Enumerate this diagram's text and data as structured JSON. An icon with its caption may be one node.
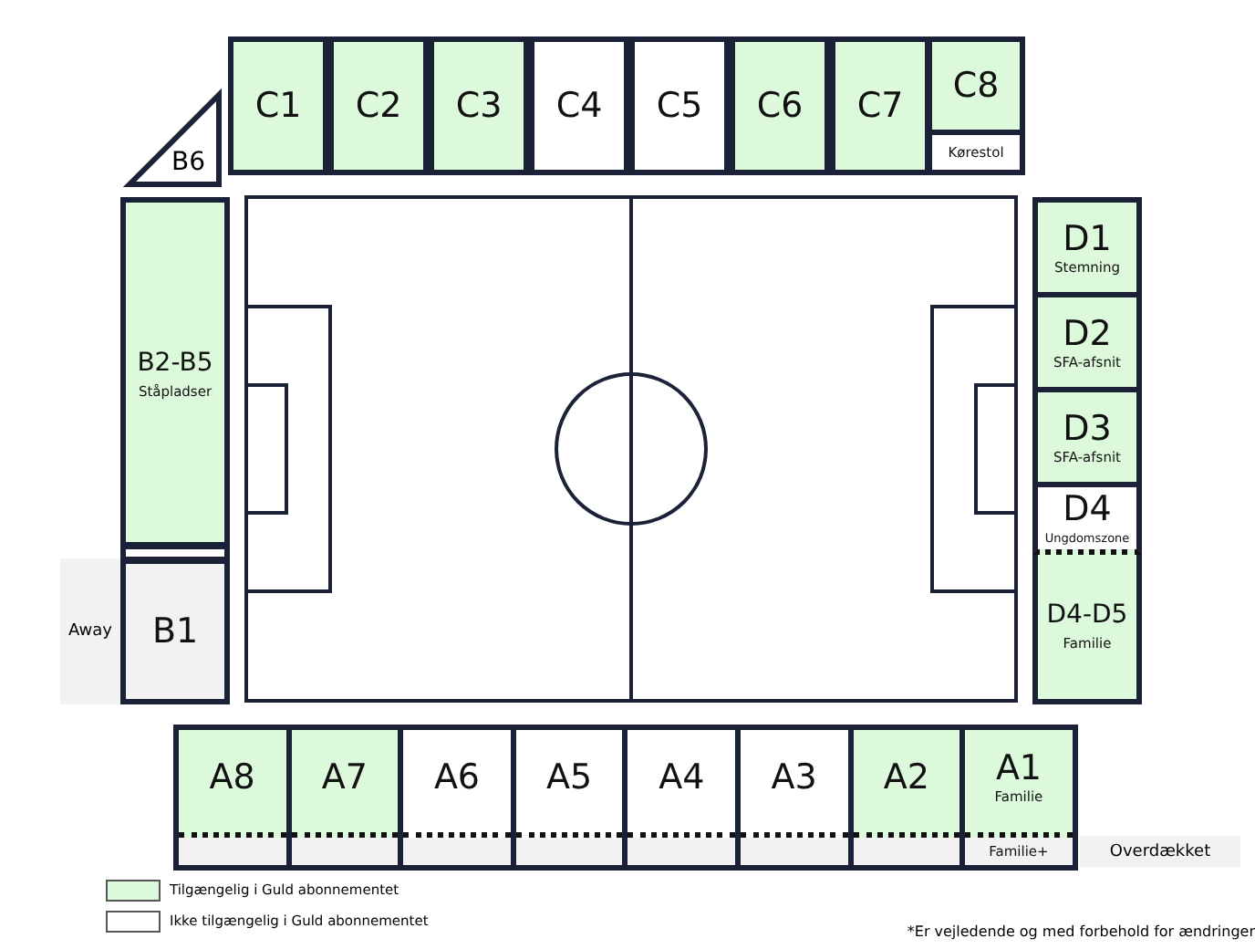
{
  "diagram": {
    "nodes": [
      {
        "text": [
          "C1"
        ]
      },
      {
        "text": [
          "C2"
        ]
      },
      {
        "text": [
          "C3"
        ]
      },
      {
        "text": [
          "C4"
        ]
      },
      {
        "text": [
          "C5"
        ]
      },
      {
        "text": [
          "C6"
        ]
      },
      {
        "text": [
          "C7"
        ]
      },
      {
        "text": [
          "C8"
        ]
      },
      {
        "text": [
          "Kørestol"
        ]
      },
      {
        "text": [
          "B6"
        ]
      },
      {
        "text": [
          "B2-B5",
          "Ståpladser"
        ]
      },
      {
        "text": [
          "B1"
        ],
        "beside": [
          "Away"
        ]
      },
      {
        "text": [
          "D1",
          "Stemning"
        ]
      },
      {
        "text": [
          "D2",
          "SFA-afsnit"
        ]
      },
      {
        "text": [
          "D3",
          "SFA-afsnit"
        ]
      },
      {
        "text": [
          "D4",
          "Ungdomszone"
        ]
      },
      {
        "text": [
          "D4-D5",
          "Familie"
        ]
      },
      {
        "text": [
          "A8"
        ]
      },
      {
        "text": [
          "A7"
        ]
      },
      {
        "text": [
          "A6"
        ]
      },
      {
        "text": [
          "A5"
        ]
      },
      {
        "text": [
          "A4"
        ]
      },
      {
        "text": [
          "A3"
        ]
      },
      {
        "text": [
          "A2"
        ]
      },
      {
        "text": [
          "A1",
          "Familie",
          "Familie+"
        ]
      }
    ],
    "labels": [
      "Overdækket",
      "*Er vejledende og med forbehold for ændringer"
    ],
    "legend": [
      {
        "text": "Tilgængelig i Guld abonnementet",
        "color": "#dcf9dc"
      },
      {
        "text": "Ikke tilgængelig i Guld abonnementet",
        "color": "#ffffff"
      }
    ]
  }
}
